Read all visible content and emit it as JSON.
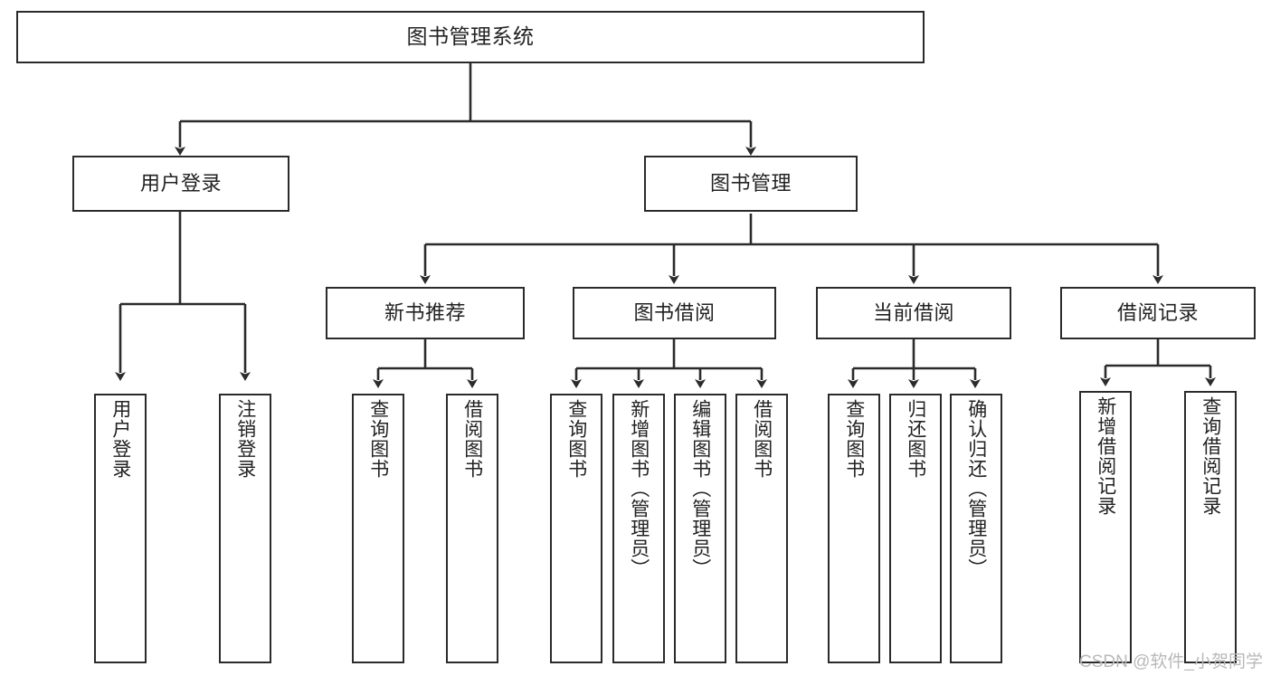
{
  "diagram": {
    "type": "tree-hierarchy",
    "title": "图书管理系统",
    "background_color": "#ffffff",
    "line_color": "#2b2b2b",
    "text_color": "#222222"
  },
  "nodes": {
    "root": {
      "label": "图书管理系统"
    },
    "level1": [
      {
        "id": "user-login",
        "label": "用户登录"
      },
      {
        "id": "book-manage",
        "label": "图书管理"
      }
    ],
    "level2": [
      {
        "id": "new-book-recommend",
        "label": "新书推荐"
      },
      {
        "id": "book-borrow",
        "label": "图书借阅"
      },
      {
        "id": "current-borrow",
        "label": "当前借阅"
      },
      {
        "id": "borrow-record",
        "label": "借阅记录"
      }
    ],
    "leaves": {
      "user_login": [
        {
          "id": "leaf-user-login",
          "label": "用户登录"
        },
        {
          "id": "leaf-logout-login",
          "label": "注销登录"
        }
      ],
      "new_book_recommend": [
        {
          "id": "leaf-query-book-1",
          "label": "查询图书"
        },
        {
          "id": "leaf-borrow-book-1",
          "label": "借阅图书"
        }
      ],
      "book_borrow": [
        {
          "id": "leaf-query-book-2",
          "label": "查询图书"
        },
        {
          "id": "leaf-add-book",
          "label": "新增图书（管理员）"
        },
        {
          "id": "leaf-edit-book",
          "label": "编辑图书（管理员）"
        },
        {
          "id": "leaf-borrow-book-2",
          "label": "借阅图书"
        }
      ],
      "current_borrow": [
        {
          "id": "leaf-query-book-3",
          "label": "查询图书"
        },
        {
          "id": "leaf-return-book",
          "label": "归还图书"
        },
        {
          "id": "leaf-confirm-return",
          "label": "确认归还（管理员）"
        }
      ],
      "borrow_record": [
        {
          "id": "leaf-add-record",
          "label": "新增借阅记录"
        },
        {
          "id": "leaf-query-record",
          "label": "查询借阅记录"
        }
      ]
    }
  },
  "watermark": {
    "text": "CSDN @软件_小贺同学"
  }
}
